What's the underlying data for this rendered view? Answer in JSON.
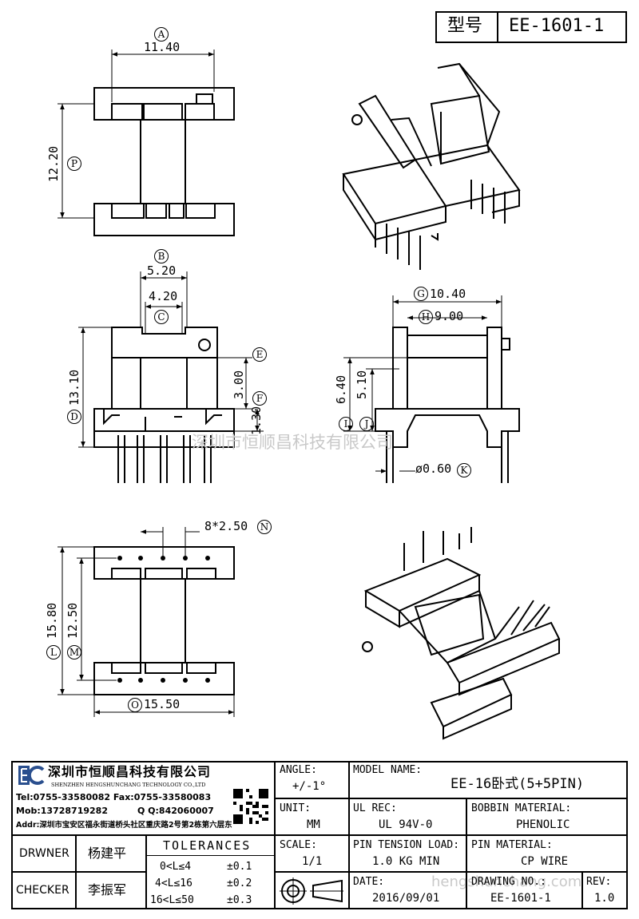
{
  "header": {
    "model_label": "型号",
    "model_no": "EE-1601-1"
  },
  "dimensions": {
    "A": "11.40",
    "P": "12.20",
    "B": "5.20",
    "C": "4.20",
    "E": "3.00",
    "F": "1.30",
    "D": "13.10",
    "G": "10.40",
    "H": "9.00",
    "six_forty": "6.40",
    "five_ten": "5.10",
    "K": "ø0.60",
    "N": "8*2.50",
    "L": "15.80",
    "M": "12.50",
    "O": "15.50"
  },
  "markers": [
    "A",
    "P",
    "B",
    "C",
    "E",
    "F",
    "D",
    "G",
    "H",
    "I",
    "J",
    "K",
    "N",
    "L",
    "M",
    "O"
  ],
  "watermarks": {
    "center": "深圳市恒顺昌科技有限公司",
    "bottom": "hengshunchang.com"
  },
  "title_block": {
    "company_cn": "深圳市恒顺昌科技有限公司",
    "company_en": "SHENZHEN HENGSHUNCHANG TECHNOLOGY CO.,LTD",
    "tel": "Tel:0755-33580082 Fax:0755-33580083",
    "mob": "Mob:13728719282",
    "qq": "Q Q:842060007",
    "addr": "Addr:深圳市宝安区福永街道桥头社区重庆路2号第2栋第六层东",
    "drawer_label": "DRWNER",
    "drawer_name": "杨建平",
    "checker_label": "CHECKER",
    "checker_name": "李振军",
    "tolerances_title": "TOLERANCES",
    "tolerances": [
      {
        "range": "0<L≤4",
        "value": "±0.1"
      },
      {
        "range": "4<L≤16",
        "value": "±0.2"
      },
      {
        "range": "16<L≤50",
        "value": "±0.3"
      }
    ],
    "angle_label": "ANGLE:",
    "angle_value": "+/-1°",
    "unit_label": "UNIT:",
    "unit_value": "MM",
    "scale_label": "SCALE:",
    "scale_value": "1/1",
    "model_name_label": "MODEL NAME:",
    "model_name_value": "EE-16卧式(5+5PIN)",
    "ul_label": "UL REC:",
    "ul_value": "UL 94V-0",
    "bobbin_label": "BOBBIN MATERIAL:",
    "bobbin_value": "PHENOLIC",
    "pin_tension_label": "PIN TENSION LOAD:",
    "pin_tension_value": "1.0 KG MIN",
    "pin_material_label": "PIN MATERIAL:",
    "pin_material_value": "CP WIRE",
    "date_label": "DATE:",
    "date_value": "2016/09/01",
    "drawing_no_label": "DRAWING NO.:",
    "drawing_no_value": "EE-1601-1",
    "rev_label": "REV:",
    "rev_value": "1.0"
  }
}
